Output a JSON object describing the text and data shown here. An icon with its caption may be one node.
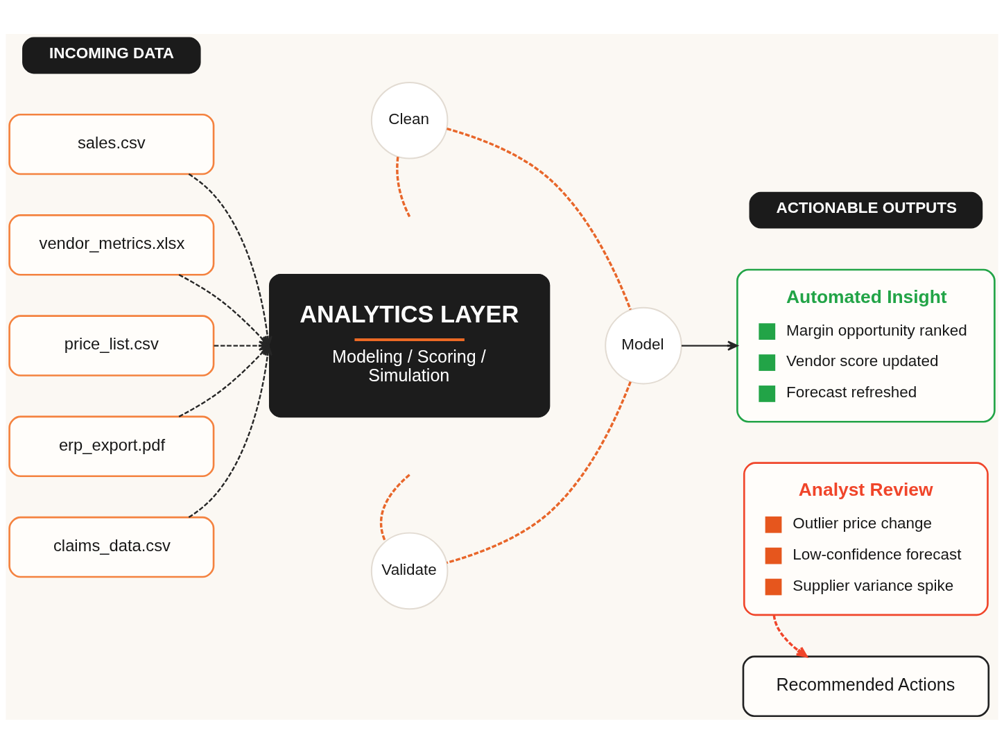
{
  "diagram": {
    "nodes": [
      {
        "text": [
          "INCOMING DATA"
        ]
      },
      {
        "text": [
          "sales.csv"
        ]
      },
      {
        "text": [
          "vendor_metrics.xlsx"
        ]
      },
      {
        "text": [
          "price_list.csv"
        ]
      },
      {
        "text": [
          "erp_export.pdf"
        ]
      },
      {
        "text": [
          "claims_data.csv"
        ]
      },
      {
        "text": [
          "Clean"
        ]
      },
      {
        "text": [
          "ANALYTICS LAYER",
          "Modeling / Scoring / Simulation"
        ]
      },
      {
        "text": [
          "Model"
        ]
      },
      {
        "text": [
          "Validate"
        ]
      },
      {
        "text": [
          "ACTIONABLE OUTPUTS"
        ]
      },
      {
        "text": [
          "Automated Insight",
          "Margin opportunity ranked",
          "Vendor score updated",
          "Forecast refreshed"
        ]
      },
      {
        "text": [
          "Analyst Review",
          "Outlier price change",
          "Low-confidence forecast",
          "Supplier variance spike"
        ]
      },
      {
        "text": [
          "Recommended Actions"
        ]
      }
    ],
    "edges": [
      {
        "from": 1,
        "to": 7,
        "arrow": "to",
        "style": "dashed"
      },
      {
        "from": 2,
        "to": 7,
        "arrow": "to",
        "style": "dashed"
      },
      {
        "from": 3,
        "to": 7,
        "arrow": "to",
        "style": "dashed"
      },
      {
        "from": 4,
        "to": 7,
        "arrow": "to",
        "style": "dashed"
      },
      {
        "from": 5,
        "to": 7,
        "arrow": "to",
        "style": "dashed"
      },
      {
        "from": 6,
        "to": null,
        "arrow": "none",
        "style": "dashed",
        "color": "#e8662a"
      },
      {
        "from": 6,
        "to": 8,
        "arrow": "none",
        "style": "dashed",
        "color": "#e8662a"
      },
      {
        "from": 8,
        "to": 9,
        "arrow": "none",
        "style": "dashed",
        "color": "#e8662a"
      },
      {
        "from": null,
        "to": 9,
        "arrow": "none",
        "style": "dashed",
        "color": "#e8662a"
      },
      {
        "from": 8,
        "to": 11,
        "arrow": "to"
      },
      {
        "from": 12,
        "to": 13,
        "arrow": "to",
        "style": "dashed",
        "color": "#f0452a"
      }
    ]
  }
}
